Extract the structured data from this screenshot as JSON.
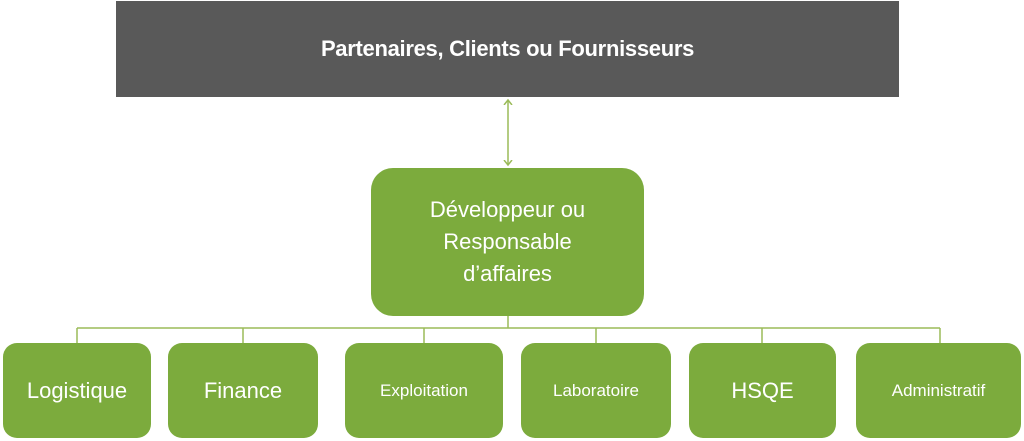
{
  "top": {
    "label": "Partenaires, Clients ou Fournisseurs"
  },
  "center": {
    "lines": [
      "Développeur ou",
      "Responsable",
      "d’affaires"
    ]
  },
  "departments": [
    {
      "label": "Logistique"
    },
    {
      "label": "Finance"
    },
    {
      "label": "Exploitation"
    },
    {
      "label": "Laboratoire"
    },
    {
      "label": "HSQE"
    },
    {
      "label": "Administratif"
    }
  ],
  "colors": {
    "top_fill": "#595959",
    "node_fill": "#7cab3d",
    "connector": "#9bbb59",
    "text": "#ffffff"
  }
}
